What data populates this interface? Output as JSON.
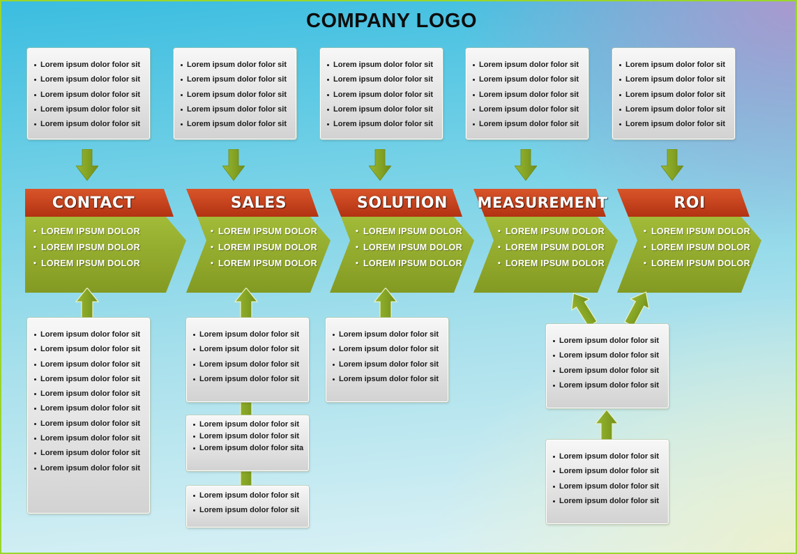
{
  "title": "COMPANY LOGO",
  "colors": {
    "header": "#c63e1a",
    "body": "#8fa82a",
    "arrow": "#8cab2a",
    "border": "#9ad62a"
  },
  "icons": [
    "down-arrow-icon",
    "up-arrow-icon"
  ],
  "top_boxes": [
    {
      "items": [
        "Lorem ipsum dolor folor sit",
        "Lorem ipsum dolor folor sit",
        "Lorem ipsum dolor folor sit",
        "Lorem ipsum dolor folor sit",
        "Lorem ipsum dolor folor sit"
      ]
    },
    {
      "items": [
        "Lorem ipsum dolor folor sit",
        "Lorem ipsum dolor folor sit",
        "Lorem ipsum dolor folor sit",
        "Lorem ipsum dolor folor sit",
        "Lorem ipsum dolor folor sit"
      ]
    },
    {
      "items": [
        "Lorem ipsum dolor folor sit",
        "Lorem ipsum dolor folor sit",
        "Lorem ipsum dolor folor sit",
        "Lorem ipsum dolor folor sit",
        "Lorem ipsum dolor folor sit"
      ]
    },
    {
      "items": [
        "Lorem ipsum dolor folor sit",
        "Lorem ipsum dolor folor sit",
        "Lorem ipsum dolor folor sit",
        "Lorem ipsum dolor folor sit",
        "Lorem ipsum dolor folor sit"
      ]
    },
    {
      "items": [
        "Lorem ipsum dolor folor sit",
        "Lorem ipsum dolor folor sit",
        "Lorem ipsum dolor folor sit",
        "Lorem ipsum dolor folor sit",
        "Lorem ipsum dolor folor sit"
      ]
    }
  ],
  "stages": [
    {
      "name": "CONTACT",
      "items": [
        "LOREM IPSUM DOLOR",
        "LOREM IPSUM DOLOR",
        "LOREM IPSUM DOLOR"
      ]
    },
    {
      "name": "SALES",
      "items": [
        "LOREM IPSUM DOLOR",
        "LOREM IPSUM DOLOR",
        "LOREM IPSUM DOLOR"
      ]
    },
    {
      "name": "SOLUTION",
      "items": [
        "LOREM IPSUM DOLOR",
        "LOREM IPSUM DOLOR",
        "LOREM IPSUM DOLOR"
      ]
    },
    {
      "name": "MEASUREMENT",
      "items": [
        "LOREM IPSUM DOLOR",
        "LOREM IPSUM DOLOR",
        "LOREM IPSUM DOLOR"
      ]
    },
    {
      "name": "ROI",
      "items": [
        "LOREM IPSUM DOLOR",
        "LOREM IPSUM DOLOR",
        "LOREM IPSUM DOLOR"
      ]
    }
  ],
  "bottom_boxes": {
    "contact": {
      "items": [
        "Lorem ipsum dolor folor sit",
        "Lorem ipsum dolor folor sit",
        "Lorem ipsum dolor folor sit",
        "Lorem ipsum dolor folor sit",
        "Lorem ipsum dolor folor sit",
        "Lorem ipsum dolor folor sit",
        "Lorem ipsum dolor folor sit",
        "Lorem ipsum dolor folor sit",
        "Lorem ipsum dolor folor sit",
        "Lorem ipsum dolor folor sit"
      ]
    },
    "sales_1": {
      "items": [
        "Lorem ipsum dolor folor sit",
        "Lorem ipsum dolor folor sit",
        "Lorem ipsum dolor folor sit",
        "Lorem ipsum dolor folor sit"
      ]
    },
    "sales_2": {
      "items": [
        "Lorem ipsum dolor folor sit",
        "Lorem ipsum dolor folor sit",
        "Lorem ipsum dolor folor sita"
      ]
    },
    "sales_3": {
      "items": [
        "Lorem ipsum dolor folor sit",
        "Lorem ipsum dolor folor sit"
      ]
    },
    "solution": {
      "items": [
        "Lorem ipsum dolor folor sit",
        "Lorem ipsum dolor folor sit",
        "Lorem ipsum dolor folor sit",
        "Lorem ipsum dolor folor sit"
      ]
    },
    "measurement_1": {
      "items": [
        "Lorem ipsum dolor folor sit",
        "Lorem ipsum dolor folor sit",
        "Lorem ipsum dolor folor sit",
        "Lorem ipsum dolor folor sit"
      ]
    },
    "measurement_2": {
      "items": [
        "Lorem ipsum dolor folor sit",
        "Lorem ipsum dolor folor sit",
        "Lorem ipsum dolor folor sit",
        "Lorem ipsum dolor folor sit"
      ]
    }
  }
}
